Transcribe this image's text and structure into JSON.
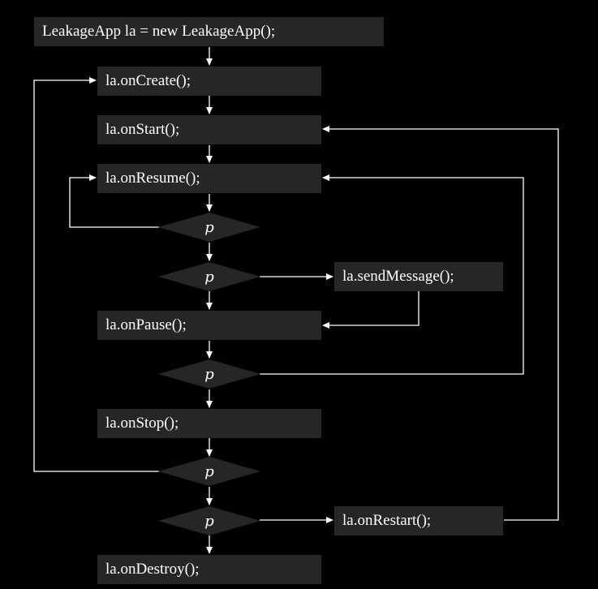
{
  "nodes": {
    "init": "LeakageApp la = new LeakageApp();",
    "on_create": "la.onCreate();",
    "on_start": "la.onStart();",
    "on_resume": "la.onResume();",
    "send_message": "la.sendMessage();",
    "on_pause": "la.onPause();",
    "on_stop": "la.onStop();",
    "on_restart": "la.onRestart();",
    "on_destroy": "la.onDestroy();"
  },
  "decisions": {
    "d1": "p",
    "d2": "p",
    "d3": "p",
    "d4": "p",
    "d5": "p"
  },
  "colors": {
    "background": "#000000",
    "box_fill": "#262626",
    "line": "#ffffff",
    "text": "#ffffff"
  }
}
